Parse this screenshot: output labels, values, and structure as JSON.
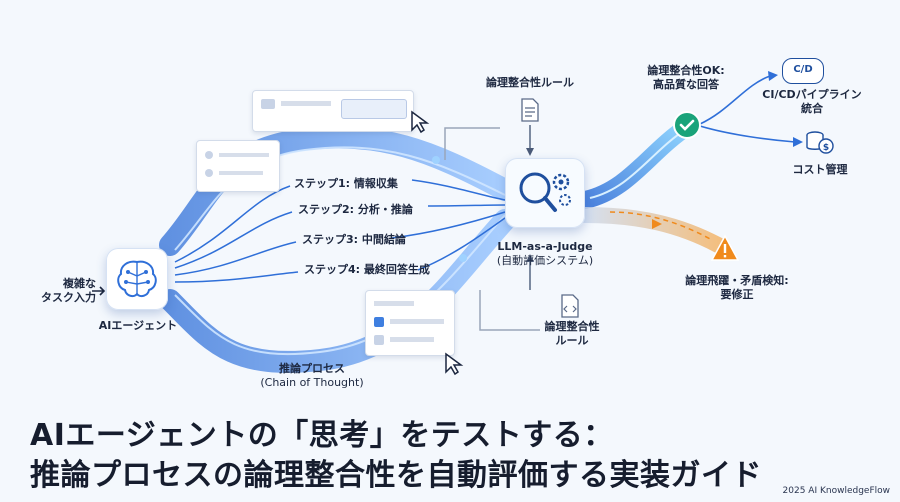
{
  "input": {
    "line1": "複雑な",
    "line2": "タスク入力"
  },
  "agent": {
    "label": "AIエージェント"
  },
  "steps": [
    "ステップ1: 情報収集",
    "ステップ2: 分析・推論",
    "ステップ3: 中間結論",
    "ステップ4: 最終回答生成"
  ],
  "cot": {
    "line1": "推論プロセス",
    "line2": "(Chain of Thought)"
  },
  "rule_top": {
    "label": "論理整合性ルール"
  },
  "rule_bottom": {
    "line1": "論理整合性",
    "line2": "ルール"
  },
  "judge": {
    "line1": "LLM-as-a-Judge",
    "line2": "(自動評価システム)"
  },
  "ok": {
    "line1": "論理整合性OK:",
    "line2": "高品質な回答"
  },
  "cicd": {
    "badge": "C/D",
    "line1": "CI/CDパイプライン",
    "line2": "統合"
  },
  "cost": {
    "label": "コスト管理"
  },
  "ng": {
    "line1": "論理飛躍・矛盾検知:",
    "line2": "要修正"
  },
  "title": {
    "line1": "AIエージェントの「思考」をテストする：",
    "line2": "推論プロセスの論理整合性を自動評価する実装ガイド"
  },
  "footer": "2025 AI KnowledgeFlow",
  "colors": {
    "flow": "#3f7fe0",
    "ok": "#1aa37a",
    "warn": "#f08a1c",
    "title": "#161d2e"
  }
}
